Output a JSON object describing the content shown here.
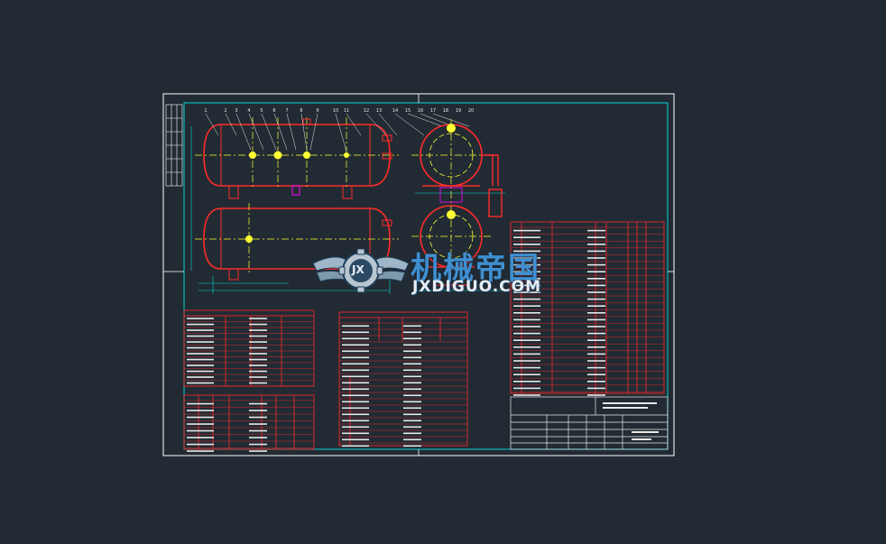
{
  "watermark": {
    "title": "机械帝国",
    "subtitle": "JXDIGUO.COM",
    "logo_letters": "JX"
  },
  "colors": {
    "background": "#222b33",
    "frame": "#ffffff",
    "border": "#00d6d6",
    "object": "#ff2b2b",
    "centerline": "#ffff33",
    "accent": "#ff00ff",
    "text": "#e8e8e8",
    "brand": "#3f8fd0"
  },
  "drawing": {
    "balloons": [
      "1",
      "2",
      "3",
      "4",
      "5",
      "6",
      "7",
      "8",
      "9",
      "10",
      "11",
      "12",
      "13",
      "14",
      "15",
      "16",
      "17",
      "18",
      "19",
      "20"
    ]
  }
}
